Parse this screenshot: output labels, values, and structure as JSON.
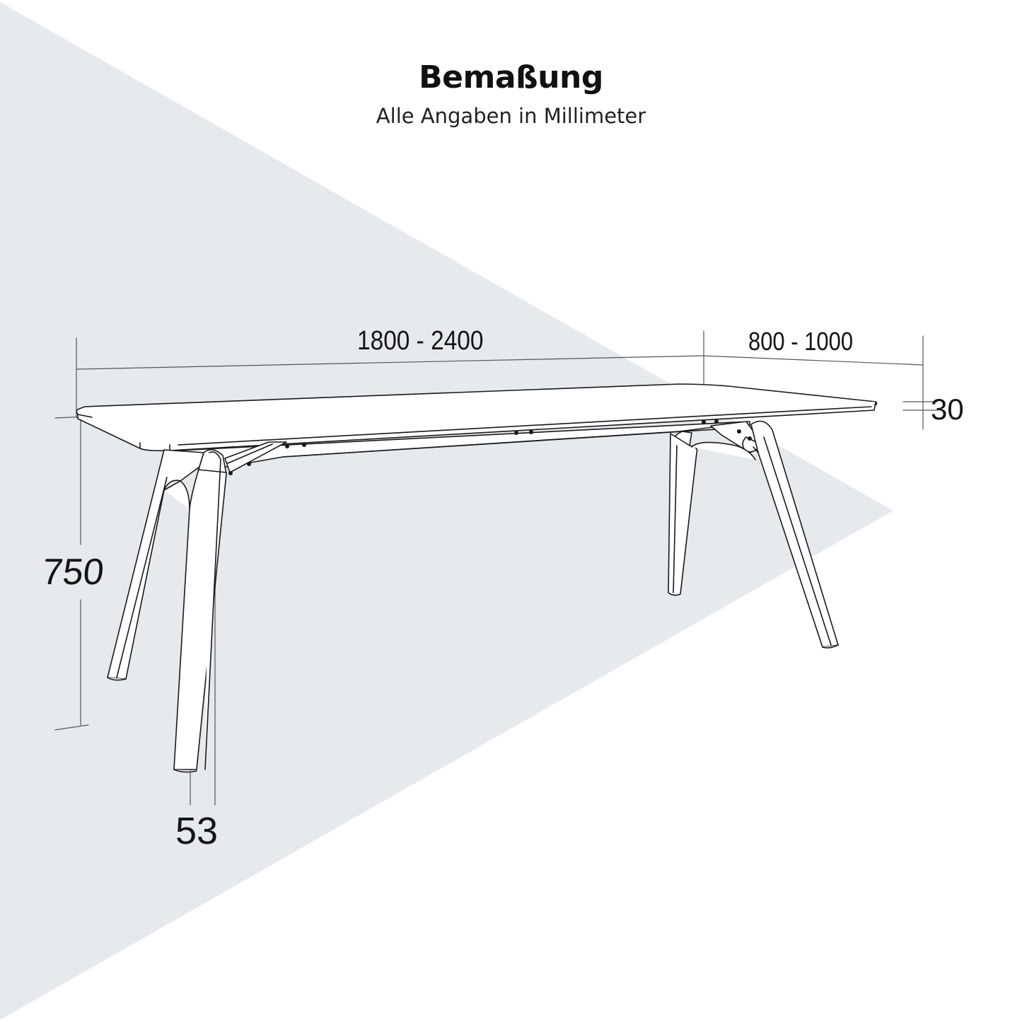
{
  "header": {
    "title": "Bemaßung",
    "subtitle": "Alle Angaben in Millimeter"
  },
  "dimensions": {
    "length": "1800 - 2400",
    "depth": "800 - 1000",
    "top_thickness": "30",
    "height": "750",
    "leg_width": "53"
  },
  "subject": {
    "type": "table",
    "drawing": "line-drawing-table-with-four-angled-legs"
  },
  "colors": {
    "background": "#ffffff",
    "triangle": "#e8e9ed",
    "line": "#1a1a1a",
    "dimension_line": "#555555",
    "text": "#111111"
  }
}
